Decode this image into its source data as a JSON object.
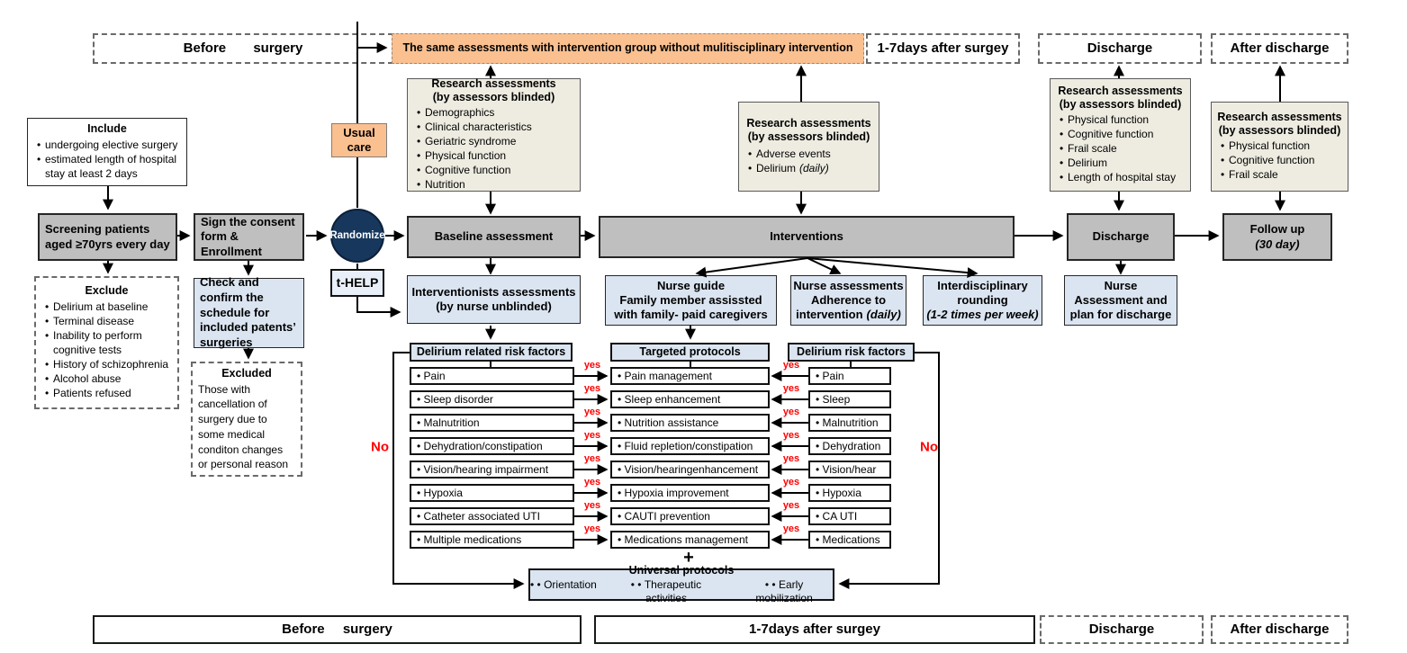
{
  "timeline_top": {
    "before_surgery": "Before surgery",
    "same_assessments": "The same  assessments with intervention group without mulitisciplinary intervention",
    "days_after": "1-7days after surgey",
    "discharge": "Discharge",
    "after_discharge": "After discharge"
  },
  "timeline_bottom": {
    "before_surgery": "Before surgery",
    "days_after": "1-7days after surgey",
    "discharge": "Discharge",
    "after_discharge": "After discharge"
  },
  "include_box": {
    "title": "Include",
    "items": [
      "undergoing elective surgery",
      "estimated length of hospital stay at least 2 days"
    ]
  },
  "exclude_box": {
    "title": "Exclude",
    "items": [
      "Delirium at baseline",
      "Terminal disease",
      "Inability to perform cognitive tests",
      "History of schizophrenia",
      "Alcohol abuse",
      "Patients refused"
    ]
  },
  "excluded_box": {
    "title": "Excluded",
    "body": "Those with cancellation of surgery due to some medical conditon changes or personal reason"
  },
  "screening": {
    "line1": "Screening patients",
    "line2": "aged ≥70yrs every day"
  },
  "sign_consent": "Sign the consent form & Enrollment",
  "check_confirm": "Check and confirm the schedule for included patents’ surgeries",
  "randomize": "Randomize",
  "usual_care": {
    "line1": "Usual",
    "line2": "care"
  },
  "t_help": "t-HELP",
  "baseline_assessment": "Baseline assessment",
  "interventions": "Interventions",
  "discharge_main": "Discharge",
  "followup": {
    "line1": "Follow up",
    "line2": "(30 day)"
  },
  "interventionists": {
    "line1": "Interventionists assessments",
    "line2": "(by nurse unblinded)"
  },
  "nurse_guide": {
    "lines": [
      "Nurse guide",
      "Family member assissted",
      "with family- paid caregivers"
    ]
  },
  "nurse_assess": {
    "line1": "Nurse assessments",
    "line2": "Adherence to",
    "line3": "intervention",
    "line3_note": "(daily)"
  },
  "interdisciplinary": {
    "line1": "Interdisciplinary",
    "line2": "rounding",
    "line3": "(1-2 times per week)"
  },
  "nurse_plan": {
    "lines": [
      "Nurse",
      "Assessment and",
      "plan for discharge"
    ]
  },
  "research_baseline": {
    "title1": "Research assessments",
    "title2": "(by assessors blinded)",
    "items": [
      {
        "t": "Demographics",
        "n": ""
      },
      {
        "t": "Clinical characteristics",
        "n": ""
      },
      {
        "t": "Geriatric syndrome",
        "n": ""
      },
      {
        "t": "Physical function",
        "n": ""
      },
      {
        "t": "Cognitive  function",
        "n": ""
      },
      {
        "t": "Nutrition",
        "n": ""
      }
    ]
  },
  "research_during": {
    "title1": "Research assessments",
    "title2": "(by assessors blinded)",
    "items": [
      {
        "t": "Adverse events",
        "n": ""
      },
      {
        "t": "Delirium",
        "n": "(daily)"
      }
    ]
  },
  "research_discharge": {
    "title1": "Research assessments",
    "title2": "(by assessors blinded)",
    "items": [
      {
        "t": "Physical function",
        "n": ""
      },
      {
        "t": "Cognitive  function",
        "n": ""
      },
      {
        "t": "Frail scale",
        "n": ""
      },
      {
        "t": "Delirium",
        "n": ""
      },
      {
        "t": "Length of hospital stay",
        "n": ""
      }
    ]
  },
  "research_after": {
    "title1": "Research assessments",
    "title2": "(by assessors blinded)",
    "items": [
      {
        "t": "Physical function",
        "n": ""
      },
      {
        "t": "Cognitive  function",
        "n": ""
      },
      {
        "t": "Frail scale",
        "n": ""
      }
    ]
  },
  "risk_table": {
    "yes_label": "yes",
    "no_label": "No",
    "plus": "+",
    "headers": {
      "left": "Delirium related risk factors",
      "mid": "Targeted protocols",
      "right": "Delirium risk factors"
    },
    "rows": [
      {
        "left": "Pain",
        "mid": "Pain management",
        "right": "Pain"
      },
      {
        "left": "Sleep disorder",
        "mid": "Sleep enhancement",
        "right": "Sleep"
      },
      {
        "left": "Malnutrition",
        "mid": "Nutrition assistance",
        "right": "Malnutrition"
      },
      {
        "left": "Dehydration/constipation",
        "mid": "Fluid repletion/constipation",
        "right": "Dehydration"
      },
      {
        "left": "Vision/hearing impairment",
        "mid": "Vision/hearingenhancement",
        "right": "Vision/hear"
      },
      {
        "left": "Hypoxia",
        "mid": "Hypoxia improvement",
        "right": "Hypoxia"
      },
      {
        "left": "Catheter associated UTI",
        "mid": "CAUTI prevention",
        "right": "CA UTI"
      },
      {
        "left": "Multiple medications",
        "mid": "Medications management",
        "right": "Medications"
      }
    ]
  },
  "universal": {
    "title": "Universal protocols",
    "items": [
      "Orientation",
      "Therapeutic activities",
      "Early mobilization"
    ]
  },
  "colors": {
    "orange": "#fac090",
    "gray": "#bfbfbf",
    "light_blue": "#dbe5f1",
    "beige": "#eeece1",
    "navy": "#17375d",
    "red": "#ff0000"
  }
}
